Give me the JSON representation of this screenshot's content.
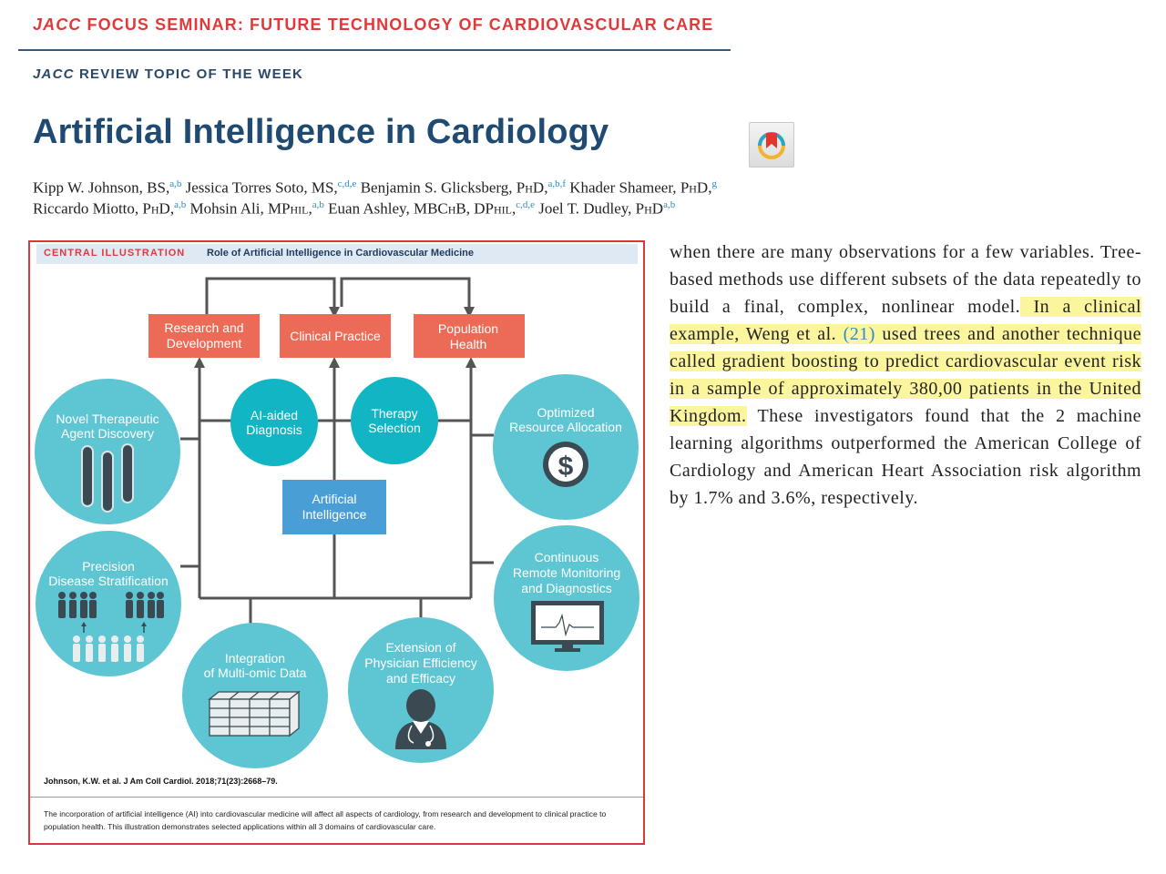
{
  "header": {
    "seminar_journal": "JACC",
    "seminar_text": "FOCUS SEMINAR: FUTURE TECHNOLOGY OF CARDIOVASCULAR CARE",
    "review_journal": "JACC",
    "review_text": "REVIEW TOPIC OF THE WEEK"
  },
  "article": {
    "title": "Artificial Intelligence in Cardiology",
    "authors": [
      {
        "name": "Kipp W. Johnson, BS,",
        "sup": "a,b"
      },
      {
        "name": "Jessica Torres Soto, MS,",
        "sup": "c,d,e"
      },
      {
        "name": "Benjamin S. Glicksberg, ",
        "deg": "PhD",
        "tail": ",",
        "sup": "a,b,f"
      },
      {
        "name": "Khader Shameer, ",
        "deg": "PhD",
        "tail": ",",
        "sup": "g"
      },
      {
        "name": "Riccardo Miotto, ",
        "deg": "PhD",
        "tail": ",",
        "sup": "a,b"
      },
      {
        "name": "Mohsin Ali, MP",
        "deg": "hil",
        "tail": ",",
        "sup": "a,b"
      },
      {
        "name": "Euan Ashley, MBC",
        "deg": "h",
        "tail": "B, DP",
        "deg2": "hil",
        "tail2": ",",
        "sup": "c,d,e"
      },
      {
        "name": "Joel T. Dudley, ",
        "deg": "PhD",
        "tail": "",
        "sup": "a,b"
      }
    ]
  },
  "figure": {
    "label": "CENTRAL ILLUSTRATION",
    "title": "Role of Artificial Intelligence in Cardiovascular Medicine",
    "boxes": {
      "research": [
        "Research and",
        "Development"
      ],
      "clinical": [
        "Clinical Practice"
      ],
      "population": [
        "Population",
        "Health"
      ],
      "ai": [
        "Artificial",
        "Intelligence"
      ]
    },
    "circles": {
      "novel": [
        "Novel Therapeutic",
        "Agent Discovery"
      ],
      "diagnosis": [
        "AI-aided",
        "Diagnosis"
      ],
      "therapy": [
        "Therapy",
        "Selection"
      ],
      "optimized": [
        "Optimized",
        "Resource Allocation"
      ],
      "precision": [
        "Precision",
        "Disease Stratification"
      ],
      "monitoring": [
        "Continuous",
        "Remote Monitoring",
        "and Diagnostics"
      ],
      "multiomic": [
        "Integration",
        "of Multi-omic Data"
      ],
      "efficiency": [
        "Extension of",
        "Physician Efficiency",
        "and Efficacy"
      ]
    },
    "colors": {
      "box_orange": "#ec6b57",
      "box_blue": "#4a9ed6",
      "circle_teal": "#5ec5d2",
      "circle_dark_teal": "#12b5c4",
      "lines": "#555555",
      "border_red": "#d9393b"
    },
    "citation": "Johnson, K.W. et al. J Am Coll Cardiol. 2018;71(23):2668–79.",
    "caption": "The incorporation of artificial intelligence (AI) into cardiovascular medicine will affect all aspects of cardiology, from research and development to clinical practice to population health. This illustration demonstrates selected applications within all 3 domains of cardiovascular care."
  },
  "body": {
    "pre": "when there are many observations for a few variables. Tree-based methods use different subsets of the data repeatedly to build a final, complex, nonlinear model.",
    "hl_a": " In a clinical example, Weng et al. ",
    "ref": "(21)",
    "hl_b": " used trees and another technique called gradient boosting to predict cardiovascular event risk in a sample of approximately 380,00 patients in the United Kingdom.",
    "post": " These investigators found that the 2 machine learning algorithms outperformed the American College of Cardiology and American Heart Association risk algorithm by 1.7% and 3.6%, respectively."
  },
  "icons": {
    "crossmark": "crossmark-icon",
    "test_tubes": "test-tubes-icon",
    "dollar": "dollar-icon",
    "people": "people-icon",
    "ecg_monitor": "ecg-monitor-icon",
    "data_cube": "data-cube-icon",
    "physician": "physician-icon"
  }
}
